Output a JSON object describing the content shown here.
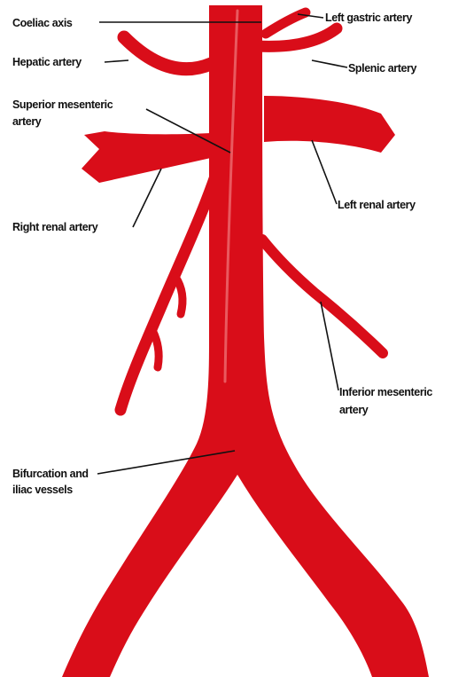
{
  "colors": {
    "artery": "#d90d19",
    "highlight": "#f07a7e",
    "label_text": "#111111",
    "background": "#ffffff"
  },
  "labels": {
    "coeliac_axis": "Coeliac axis",
    "left_gastric_artery": "Left gastric artery",
    "hepatic_artery": "Hepatic artery",
    "splenic_artery": "Splenic artery",
    "superior_mesenteric_line1": "Superior mesenteric",
    "superior_mesenteric_line2": "artery",
    "left_renal_artery": "Left renal artery",
    "right_renal_artery": "Right renal artery",
    "inferior_mesenteric_line1": "Inferior mesenteric",
    "inferior_mesenteric_line2": "artery",
    "bifurcation_line1": "Bifurcation and",
    "bifurcation_line2": "iliac vessels"
  }
}
